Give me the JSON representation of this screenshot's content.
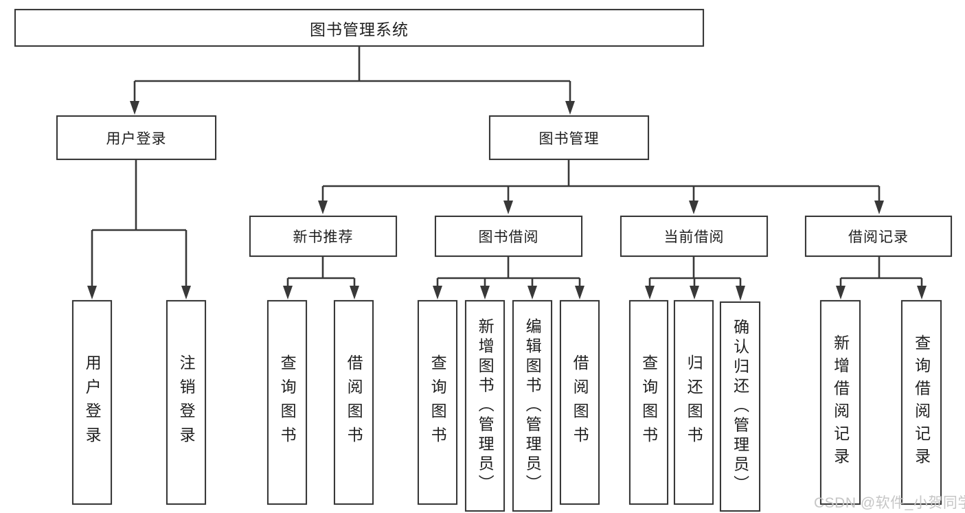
{
  "diagram": {
    "root": {
      "label": "图书管理系统"
    },
    "level2": {
      "userLogin": {
        "label": "用户登录"
      },
      "bookMgmt": {
        "label": "图书管理"
      }
    },
    "level3": {
      "newBookRec": {
        "label": "新书推荐"
      },
      "bookBorrow": {
        "label": "图书借阅"
      },
      "currentBorrow": {
        "label": "当前借阅"
      },
      "borrowRecords": {
        "label": "借阅记录"
      }
    },
    "leaves": {
      "userLoginAction": {
        "label": "用户登录"
      },
      "logoutAction": {
        "label": "注销登录"
      },
      "recQueryBooks": {
        "label": "查询图书"
      },
      "recBorrowBooks": {
        "label": "借阅图书"
      },
      "bbQueryBooks": {
        "label": "查询图书"
      },
      "bbAddBooks": {
        "label": "新增图书（管理员）"
      },
      "bbEditBooks": {
        "label": "编辑图书（管理员）"
      },
      "bbBorrowBooks": {
        "label": "借阅图书"
      },
      "cbQueryBooks": {
        "label": "查询图书"
      },
      "cbReturnBooks": {
        "label": "归还图书"
      },
      "cbConfirmReturn": {
        "label": "确认归还（管理员）"
      },
      "brAddRecord": {
        "label": "新增借阅记录"
      },
      "brQueryRecord": {
        "label": "查询借阅记录"
      }
    },
    "watermark": {
      "text": "CSDN @软件_小贺同学"
    }
  },
  "colors": {
    "line": "#383838",
    "text": "#1f1f1f",
    "background": "#ffffff",
    "watermark": "#c6c6c6"
  }
}
